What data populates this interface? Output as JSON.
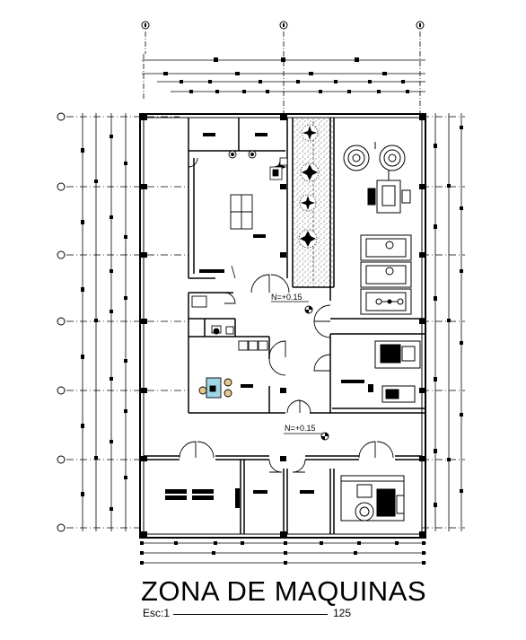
{
  "title": "ZONA DE MAQUINAS",
  "scale": {
    "prefix": "Esc:1",
    "value": "125"
  },
  "levels": [
    "N=+0.15",
    "N=+0.15"
  ],
  "colors": {
    "ink": "#000000",
    "paper": "#ffffff"
  }
}
